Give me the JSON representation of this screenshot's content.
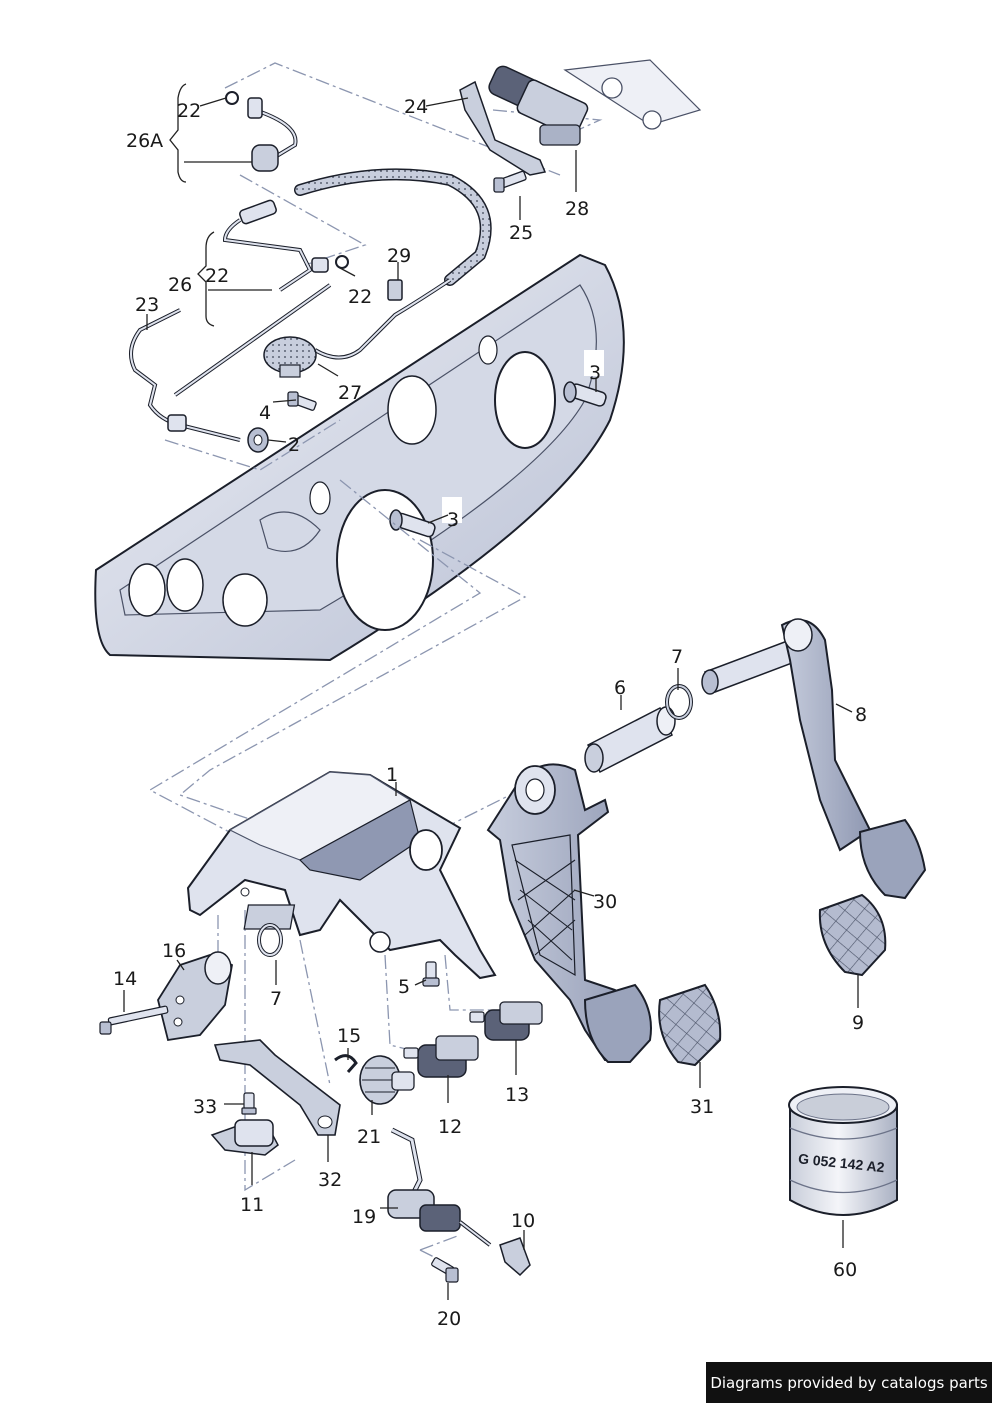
{
  "callouts": [
    {
      "id": "1",
      "text": "1"
    },
    {
      "id": "2",
      "text": "2"
    },
    {
      "id": "3a",
      "text": "3"
    },
    {
      "id": "3b",
      "text": "3"
    },
    {
      "id": "4",
      "text": "4"
    },
    {
      "id": "5",
      "text": "5"
    },
    {
      "id": "6",
      "text": "6"
    },
    {
      "id": "7a",
      "text": "7"
    },
    {
      "id": "7b",
      "text": "7"
    },
    {
      "id": "8",
      "text": "8"
    },
    {
      "id": "9",
      "text": "9"
    },
    {
      "id": "10",
      "text": "10"
    },
    {
      "id": "11",
      "text": "11"
    },
    {
      "id": "12",
      "text": "12"
    },
    {
      "id": "13",
      "text": "13"
    },
    {
      "id": "14",
      "text": "14"
    },
    {
      "id": "15",
      "text": "15"
    },
    {
      "id": "16",
      "text": "16"
    },
    {
      "id": "19",
      "text": "19"
    },
    {
      "id": "20",
      "text": "20"
    },
    {
      "id": "21",
      "text": "21"
    },
    {
      "id": "22a",
      "text": "22"
    },
    {
      "id": "22b",
      "text": "22"
    },
    {
      "id": "22c",
      "text": "22"
    },
    {
      "id": "23",
      "text": "23"
    },
    {
      "id": "24",
      "text": "24"
    },
    {
      "id": "25",
      "text": "25"
    },
    {
      "id": "26",
      "text": "26"
    },
    {
      "id": "26A",
      "text": "26A"
    },
    {
      "id": "27",
      "text": "27"
    },
    {
      "id": "28",
      "text": "28"
    },
    {
      "id": "29",
      "text": "29"
    },
    {
      "id": "30",
      "text": "30"
    },
    {
      "id": "31",
      "text": "31"
    },
    {
      "id": "32",
      "text": "32"
    },
    {
      "id": "33",
      "text": "33"
    },
    {
      "id": "60",
      "text": "60"
    }
  ],
  "grease_can_label": "G 052 142 A2",
  "credit": "Diagrams provided by catalogs parts",
  "colors": {
    "part_fill": "#dfe3ee",
    "part_shade": "#a9b1c8",
    "outline": "#1b1f2a",
    "leader": "#222222",
    "dashed": "#8c96b0",
    "credit_bg": "#111111"
  }
}
